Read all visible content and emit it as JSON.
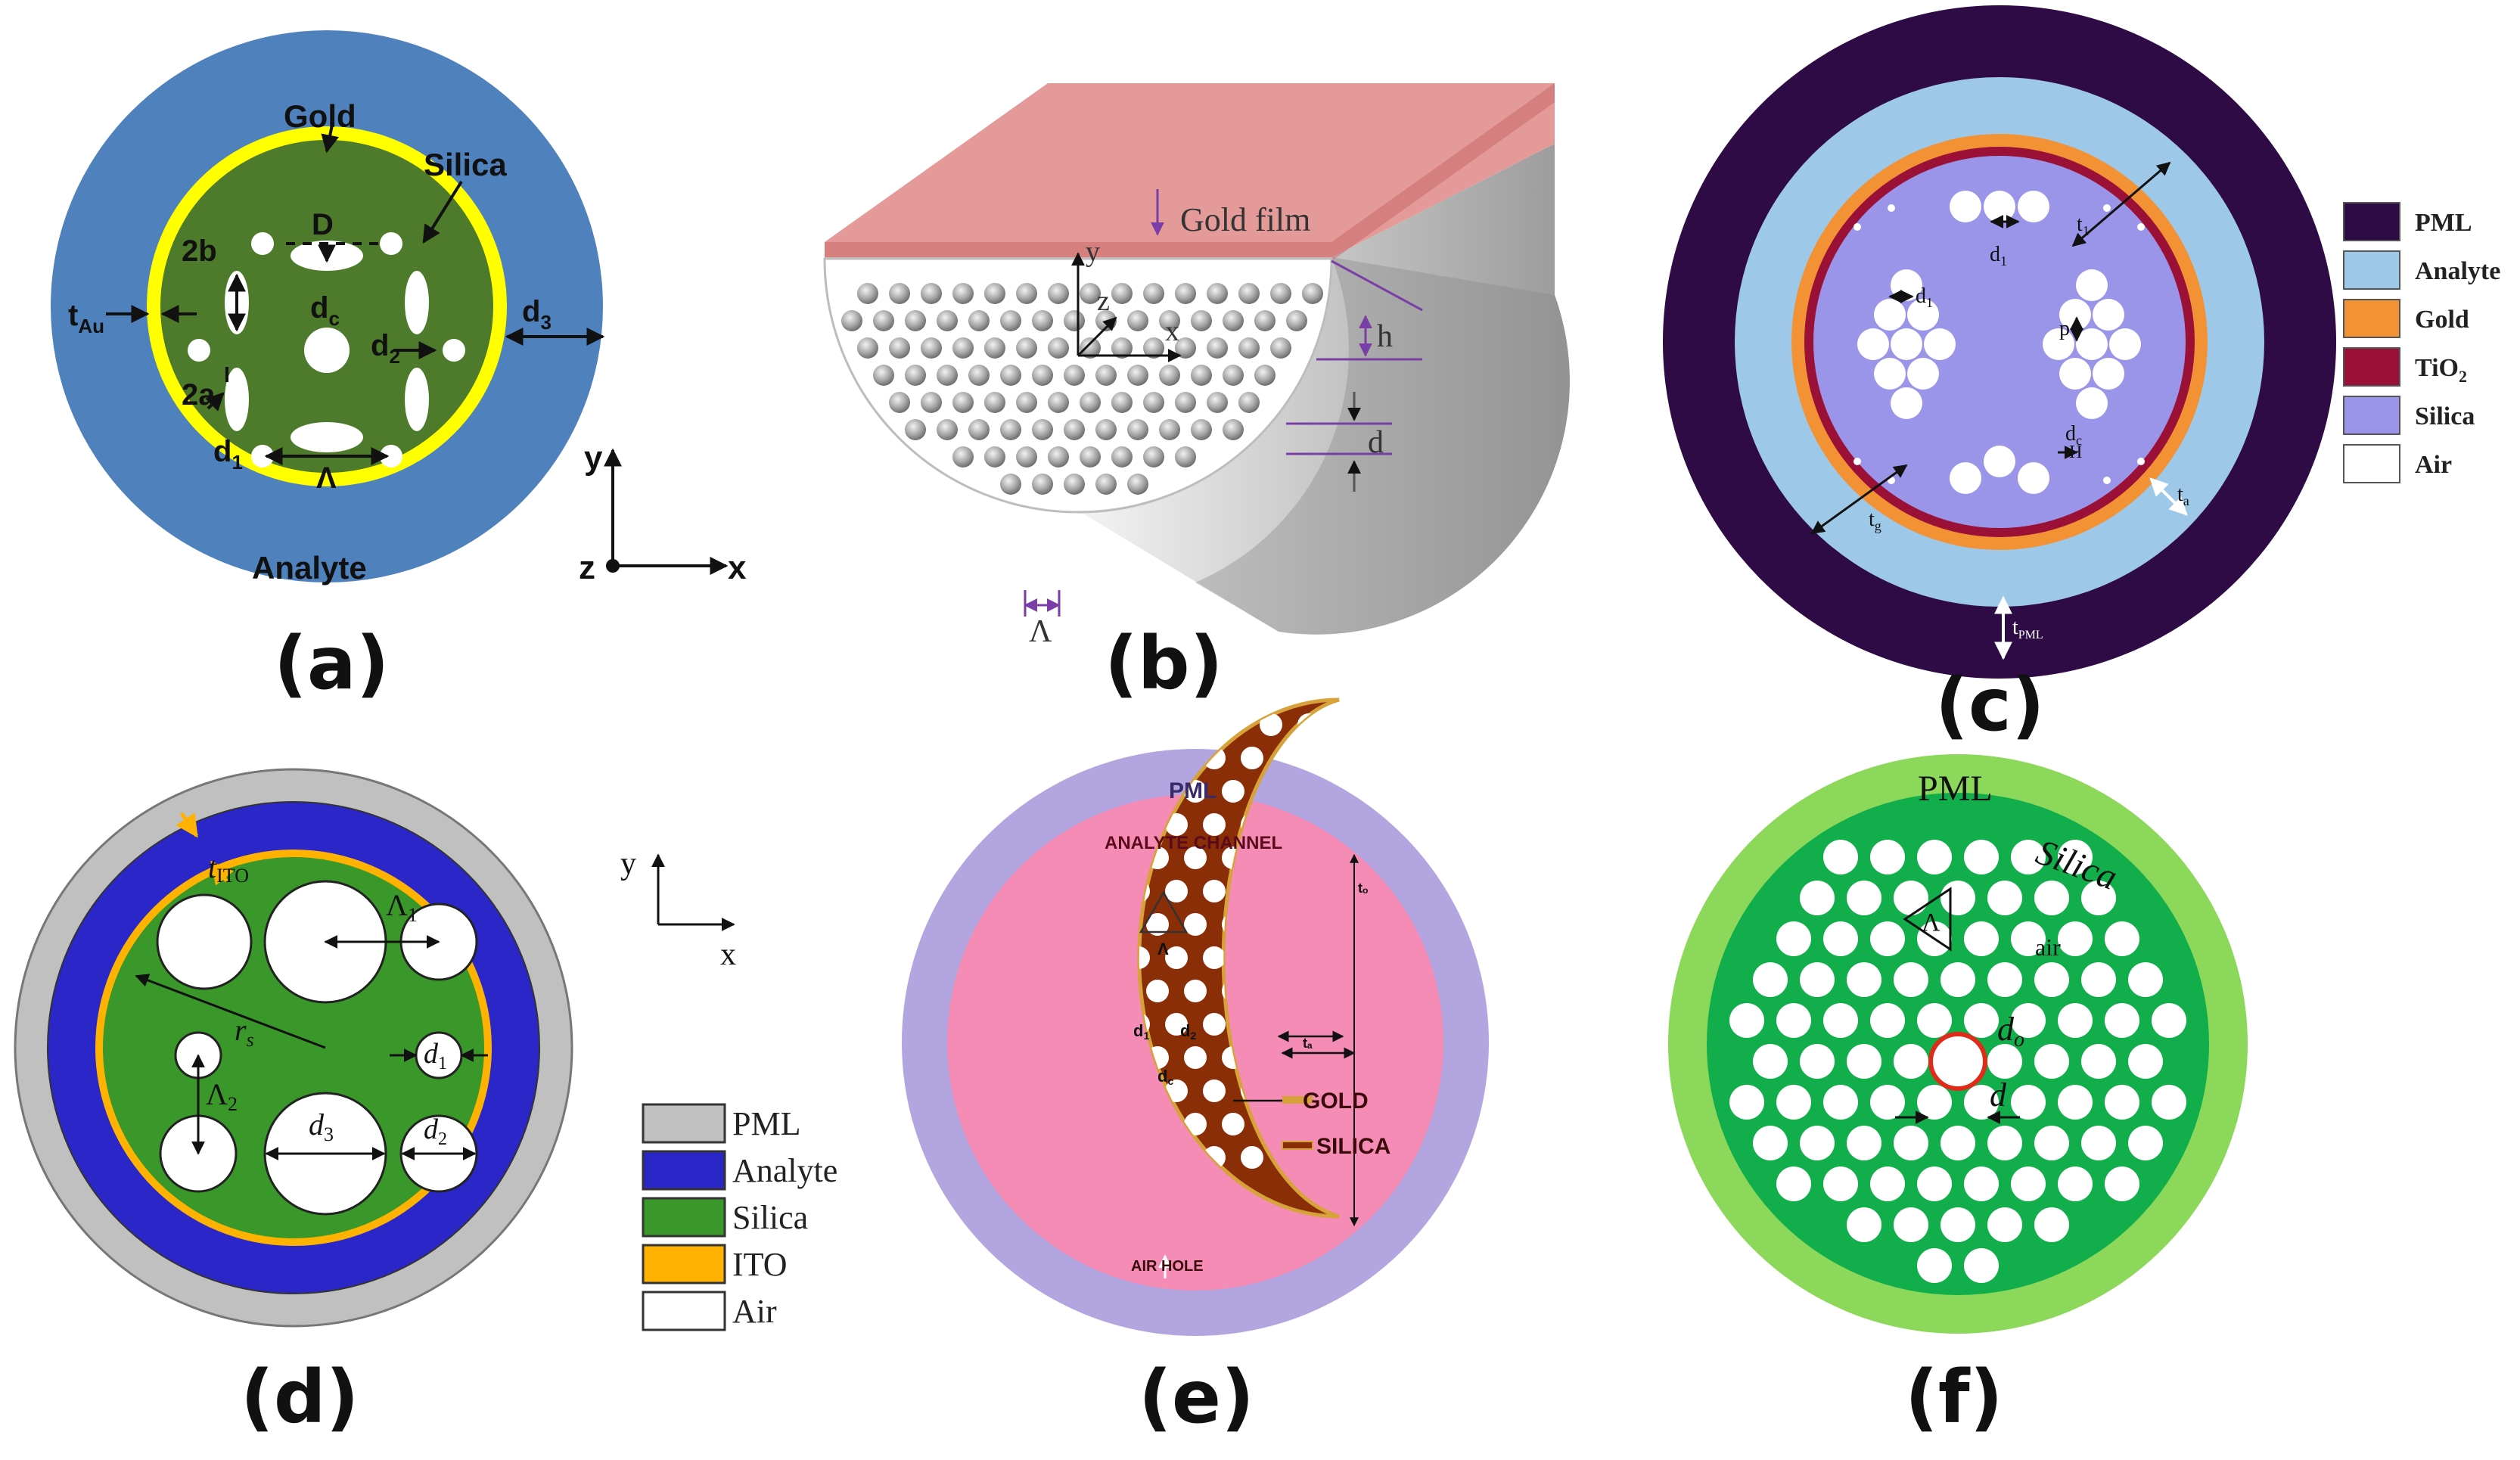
{
  "colors": {
    "a_analyte": "#4f81bd",
    "a_gold": "#ffff00",
    "a_silica": "#4e7a2c",
    "b_gold": "#e59a9a",
    "c_pml": "#2e0b45",
    "c_analyte": "#9dc8e8",
    "c_gold": "#f39235",
    "c_tio2": "#9b1037",
    "c_silica": "#9a95e8",
    "d_pml": "#c0c0c0",
    "d_analyte": "#2a26c8",
    "d_silica": "#3a982a",
    "d_ito": "#ffb300",
    "e_pml": "#b3a6e0",
    "e_analyte": "#f58cb6",
    "e_silica": "#8a2e08",
    "f_pml": "#8bd85b",
    "f_silica": "#12ae4c",
    "f_core_ring": "#e02a1a"
  },
  "panels": {
    "a": {
      "label": "(a)",
      "gold": "Gold",
      "silica": "Silica",
      "analyte": "Analyte",
      "d_big": "D",
      "b2": "2b",
      "t_au_main": "t",
      "t_au_sub": "Au",
      "dc_main": "d",
      "dc_sub": "c",
      "d2_main": "d",
      "d2_sub": "2",
      "d3_main": "d",
      "d3_sub": "3",
      "a2": "2a",
      "d1_main": "d",
      "d1_sub": "1",
      "lambda": "Λ",
      "axis_y": "y",
      "axis_z": "z",
      "axis_x": "x"
    },
    "b": {
      "label": "(b)",
      "gold_film": "Gold film",
      "axis_y": "y",
      "axis_z": "z",
      "axis_x": "x",
      "h": "h",
      "d": "d",
      "lambda": "Λ"
    },
    "c": {
      "label": "(c)",
      "legend": [
        "PML",
        "Analyte",
        "Gold",
        "TiO",
        "Silica",
        "Air"
      ],
      "tio2_sub": "2",
      "t1_main": "t",
      "t1_sub": "1",
      "d1a_main": "d",
      "d1a_sub": "1",
      "d1b_main": "d",
      "d1b_sub": "1",
      "p": "p",
      "dc_main": "d",
      "dc_sub": "c",
      "H": "H",
      "tg_main": "t",
      "tg_sub": "g",
      "ta_main": "t",
      "ta_sub": "a",
      "tpml_main": "t",
      "tpml_sub": "PML"
    },
    "d": {
      "label": "(d)",
      "legend": [
        "PML",
        "Analyte",
        "Silica",
        "ITO",
        "Air"
      ],
      "tito_main": "t",
      "tito_sub": "ITO",
      "lambda1_main": "Λ",
      "lambda1_sub": "1",
      "rs_main": "r",
      "rs_sub": "s",
      "d1_main": "d",
      "d1_sub": "1",
      "lambda2_main": "Λ",
      "lambda2_sub": "2",
      "d3_main": "d",
      "d3_sub": "3",
      "d2_main": "d",
      "d2_sub": "2",
      "axis_y": "y",
      "axis_x": "x"
    },
    "e": {
      "label": "(e)",
      "pml": "PML",
      "analyte_channel": "ANALYTE CHANNEL",
      "lambda": "Λ",
      "d1_main": "d",
      "d1_sub": "1",
      "d2_main": "d",
      "d2_sub": "2",
      "dc_main": "d",
      "dc_sub": "c",
      "t_a": "tₐ",
      "t_g": "tₒ",
      "gold": "GOLD",
      "silica": "SILICA",
      "air_hole": "AIR HOLE"
    },
    "f": {
      "label": "(f)",
      "pml": "PML",
      "silica": "Silica",
      "air": "air",
      "lambda": "Λ",
      "do_main": "d",
      "do_sub": "o",
      "d": "d"
    }
  }
}
